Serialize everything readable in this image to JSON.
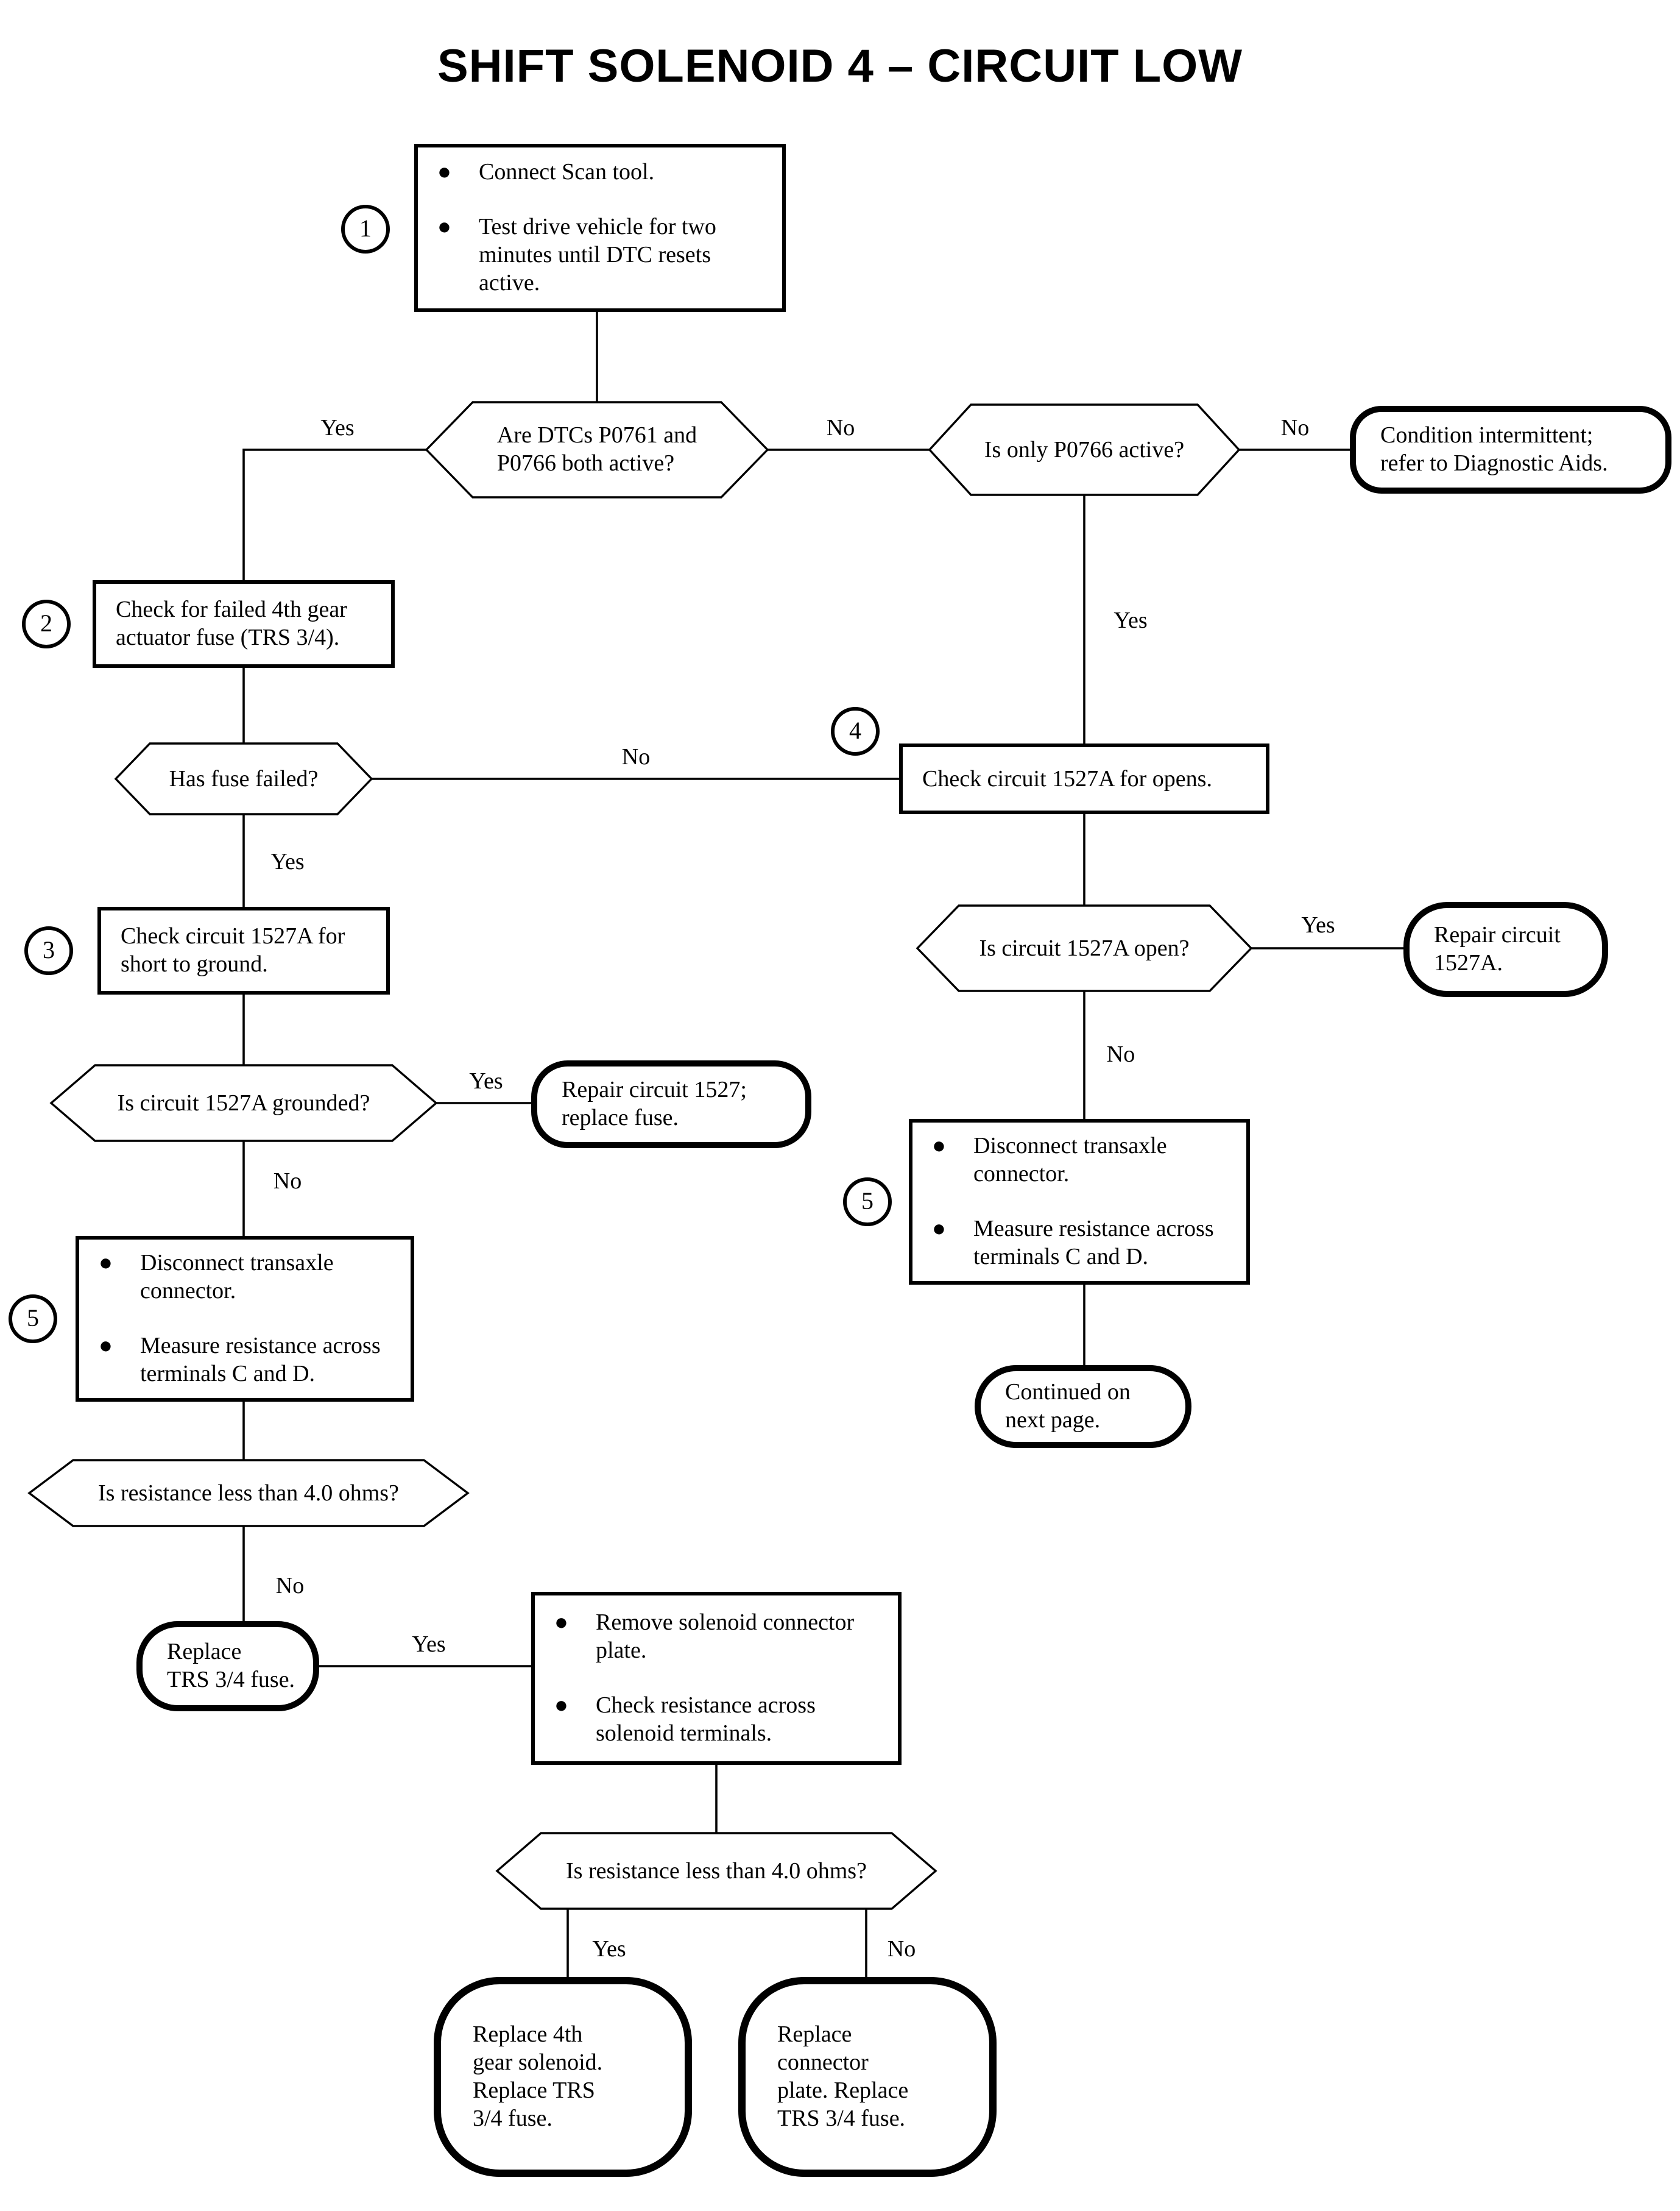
{
  "title": "SHIFT SOLENOID 4 – CIRCUIT LOW",
  "colors": {
    "ink": "#000000",
    "paper": "#ffffff"
  },
  "labels": {
    "yes": "Yes",
    "no": "No"
  },
  "steps": {
    "s1": {
      "num": "1",
      "bullets": [
        [
          "Connect Scan tool."
        ],
        [
          "Test drive vehicle for two",
          "minutes until DTC resets",
          "active."
        ]
      ]
    },
    "s2": {
      "num": "2",
      "lines": [
        "Check for failed 4th gear",
        "actuator fuse (TRS 3/4)."
      ]
    },
    "s3": {
      "num": "3",
      "lines": [
        "Check circuit 1527A for",
        "short to ground."
      ]
    },
    "s4": {
      "num": "4",
      "lines": [
        "Check circuit 1527A for opens."
      ]
    },
    "s5_left": {
      "num": "5",
      "bullets": [
        [
          "Disconnect transaxle",
          "connector."
        ],
        [
          "Measure resistance across",
          "terminals C and D."
        ]
      ]
    },
    "s5_right": {
      "num": "5",
      "bullets": [
        [
          "Disconnect transaxle",
          "connector."
        ],
        [
          "Measure resistance across",
          "terminals C and D."
        ]
      ]
    },
    "s6": {
      "bullets": [
        [
          "Remove solenoid connector",
          "plate."
        ],
        [
          "Check resistance across",
          "solenoid terminals."
        ]
      ]
    }
  },
  "decisions": {
    "dtcs_both_active": [
      "Are DTCs P0761 and",
      "P0766 both active?"
    ],
    "only_p0766_active": [
      "Is only P0766 active?"
    ],
    "has_fuse_failed": [
      "Has fuse failed?"
    ],
    "circuit_grounded": [
      "Is circuit 1527A grounded?"
    ],
    "circuit_open": [
      "Is circuit 1527A open?"
    ],
    "resistance_low_left": [
      "Is resistance less than 4.0 ohms?"
    ],
    "resistance_low_bottom": [
      "Is resistance less than 4.0 ohms?"
    ]
  },
  "terminators": {
    "intermittent": [
      "Condition intermittent;",
      "refer to Diagnostic Aids."
    ],
    "repair_1527a": [
      "Repair circuit",
      "1527A."
    ],
    "repair_1527_fuse": [
      "Repair circuit 1527;",
      "replace fuse."
    ],
    "replace_trs_fuse": [
      "Replace",
      "TRS 3/4 fuse."
    ],
    "continued": [
      "Continued on",
      "next page."
    ],
    "replace_solenoid": [
      "Replace 4th",
      "gear solenoid.",
      "Replace TRS",
      "3/4 fuse."
    ],
    "replace_plate": [
      "Replace",
      "connector",
      "plate. Replace",
      "TRS 3/4 fuse."
    ]
  }
}
